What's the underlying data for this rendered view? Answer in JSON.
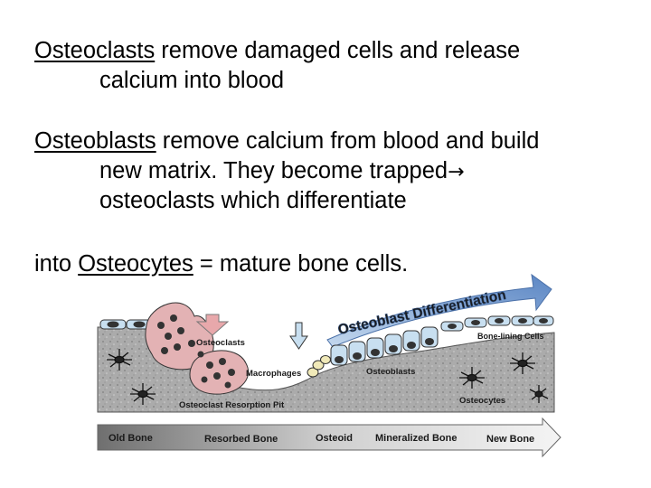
{
  "slide": {
    "p1": {
      "term": "Osteoclasts",
      "rest": " remove damaged cells and release",
      "cont": "calcium into blood"
    },
    "p2": {
      "term": "Osteoblasts",
      "rest": " remove calcium from blood and build",
      "cont1": "new matrix. They become trapped",
      "arrow": "→",
      "cont2": "osteoclasts which differentiate"
    },
    "p3": {
      "pre": "into ",
      "term": "Osteocytes",
      "rest": " = mature bone cells."
    }
  },
  "diagram": {
    "banner": "Osteoblast Differentiation",
    "labels": {
      "osteoclasts": "Osteoclasts",
      "macrophages": "Macrophages",
      "osteoblasts": "Osteoblasts",
      "bone_lining": "Bone-lining Cells",
      "osteocytes": "Osteocytes",
      "resorption_pit": "Osteoclast Resorption Pit"
    },
    "timeline": [
      "Old Bone",
      "Resorbed Bone",
      "Osteoid",
      "Mineralized Bone",
      "New Bone"
    ],
    "colors": {
      "banner_start": "#a9c7e6",
      "banner_end": "#5b86c4",
      "osteoclast": "#e3b2b4",
      "osteoblast_cell": "#c8dff0",
      "bone": "#aaaaaa",
      "nucleus": "#333333"
    }
  }
}
